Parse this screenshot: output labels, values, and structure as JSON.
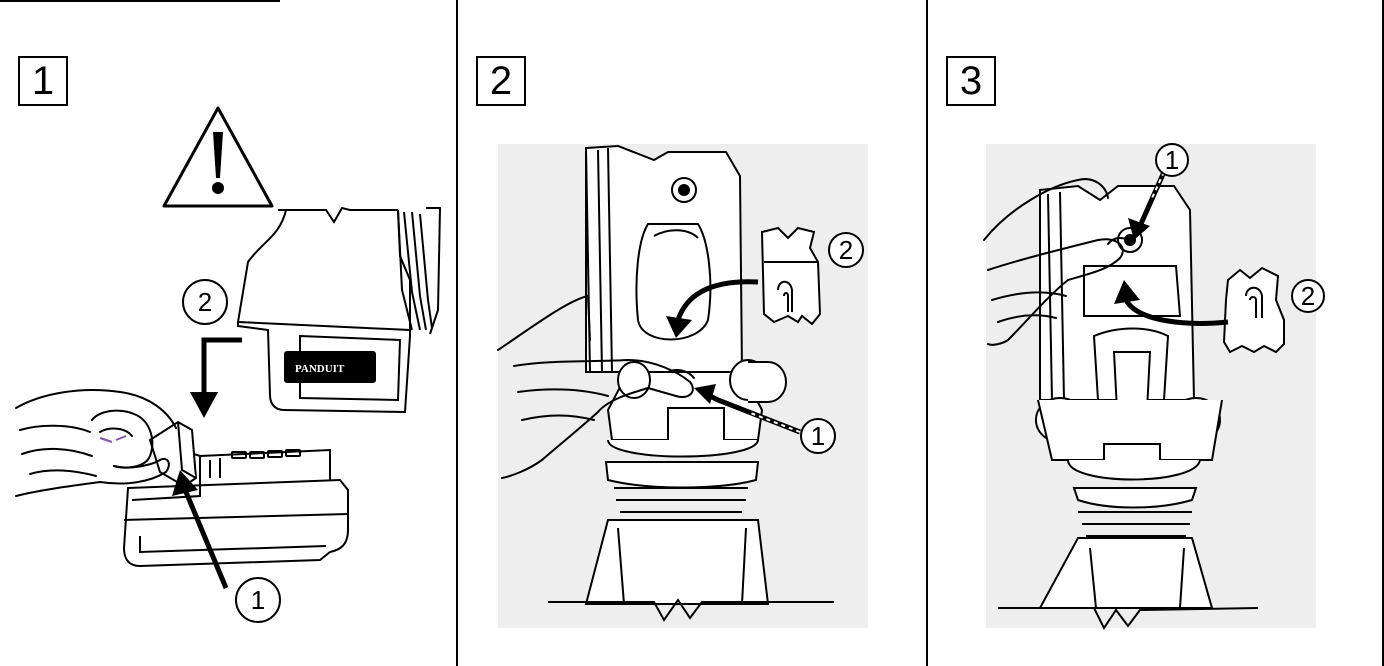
{
  "panels": [
    {
      "step_number": "1",
      "callouts": [
        "1",
        "2"
      ],
      "brand_text": "PANDUIT",
      "icons": [
        "warning-triangle-icon",
        "hand",
        "battery",
        "tool-housing",
        "insert-arrow"
      ]
    },
    {
      "step_number": "2",
      "callouts": [
        "1",
        "2"
      ],
      "icons": [
        "crimp-head",
        "hand",
        "die-set",
        "pin-arrow",
        "insert-arrow"
      ]
    },
    {
      "step_number": "3",
      "callouts": [
        "1",
        "2"
      ],
      "icons": [
        "crimp-head",
        "hand",
        "die-set",
        "pin-arrow",
        "insert-arrow"
      ]
    }
  ],
  "colors": {
    "line": "#000000",
    "background": "#ffffff",
    "shade": "#eeeeee",
    "accent_mark": "#7b5ab3"
  }
}
